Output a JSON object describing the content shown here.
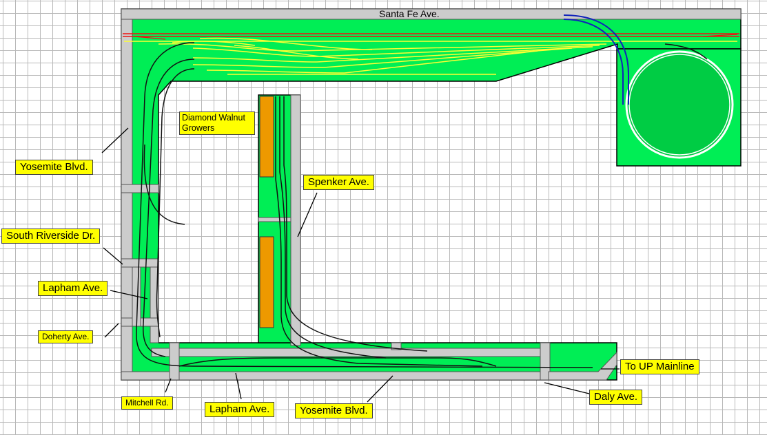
{
  "streets_top": "Santa Fe Ave.",
  "labels": {
    "yosemite_left": "Yosemite Blvd.",
    "south_riverside": "South Riverside Dr.",
    "lapham_left": "Lapham Ave.",
    "doherty": "Doherty Ave.",
    "mitchell": "Mitchell Rd.",
    "lapham_bottom": "Lapham Ave.",
    "yosemite_bottom": "Yosemite Blvd.",
    "daly": "Daly Ave.",
    "up_mainline": "To UP Mainline",
    "spenker": "Spenker Ave.",
    "diamond_walnut": "Diamond Walnut Growers"
  },
  "colors": {
    "board": "#00ee55",
    "turntable_pit": "#00cc44",
    "road": "#cccccc",
    "yard_track": "#ffff33",
    "mainline": "#ee1111",
    "staging": "#1122bb",
    "industry": "#ee9900",
    "label_bg": "#ffff00"
  }
}
